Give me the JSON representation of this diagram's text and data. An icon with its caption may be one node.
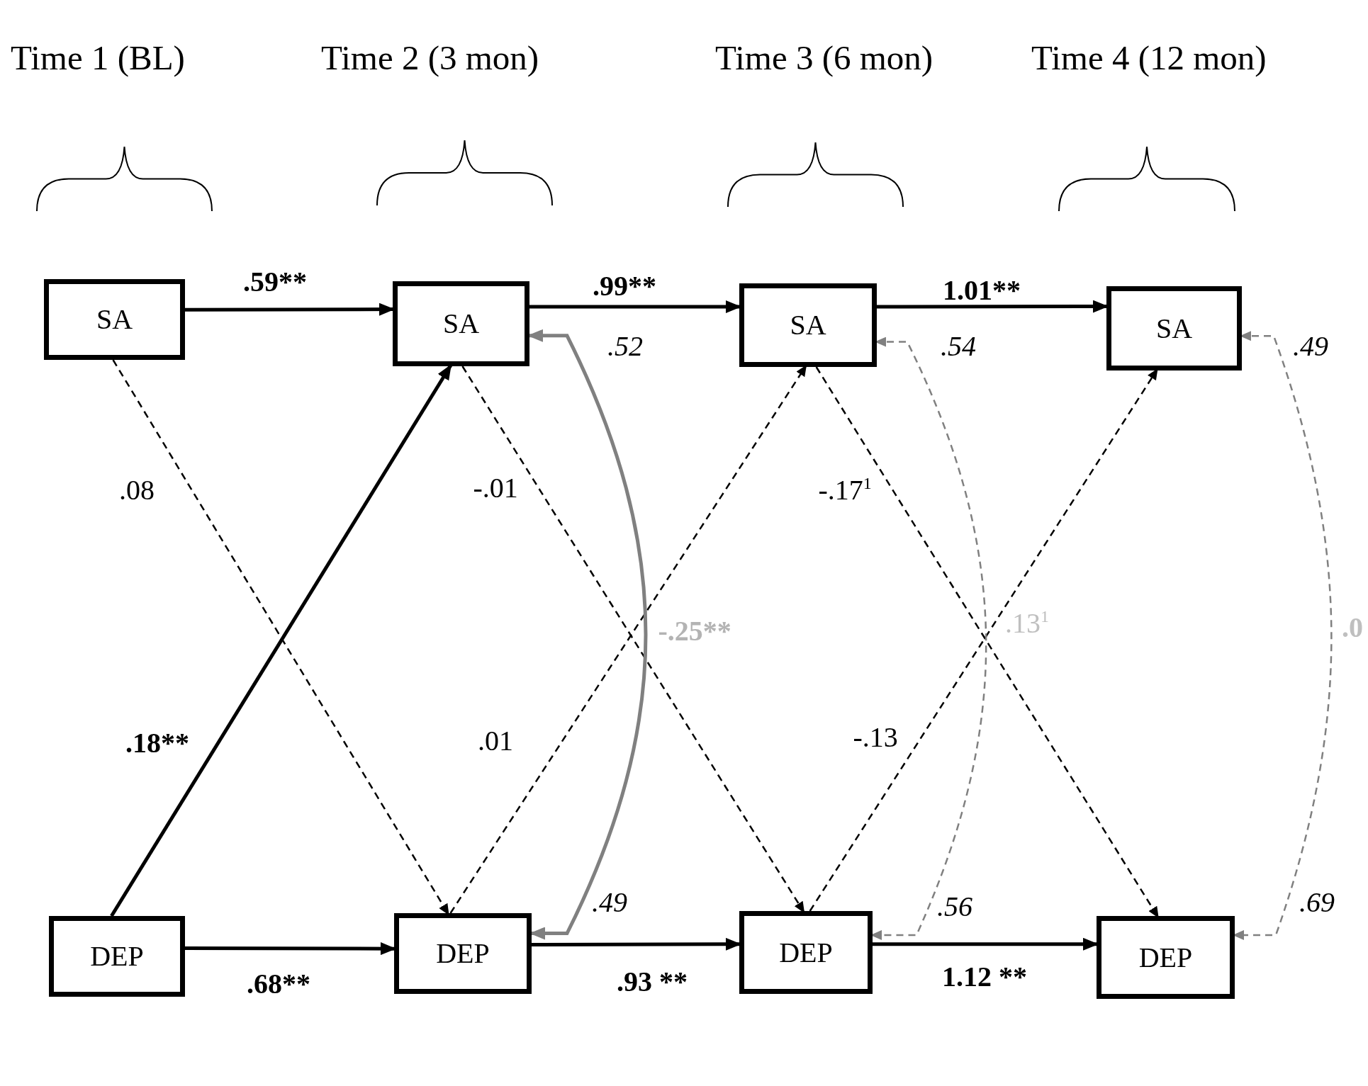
{
  "diagram": {
    "nodes": [
      {
        "text": [
          "SA"
        ]
      },
      {
        "text": [
          "SA"
        ],
        "beside": [
          ".52"
        ]
      },
      {
        "text": [
          "SA"
        ],
        "beside": [
          ".54"
        ]
      },
      {
        "text": [
          "SA"
        ],
        "beside": [
          ".49"
        ]
      },
      {
        "text": [
          "DEP"
        ]
      },
      {
        "text": [
          "DEP"
        ],
        "beside": [
          ".49"
        ]
      },
      {
        "text": [
          "DEP"
        ],
        "beside": [
          ".56"
        ]
      },
      {
        "text": [
          "DEP"
        ],
        "beside": [
          ".69"
        ]
      }
    ],
    "edges": [
      {
        "from": 0,
        "to": 1,
        "arrow": "to",
        "label": ".59**"
      },
      {
        "from": 1,
        "to": 2,
        "arrow": "to",
        "label": ".99**"
      },
      {
        "from": 2,
        "to": 3,
        "arrow": "to",
        "label": "1.01**"
      },
      {
        "from": 4,
        "to": 5,
        "arrow": "to",
        "label": ".68**"
      },
      {
        "from": 5,
        "to": 6,
        "arrow": "to",
        "label": ".93 **"
      },
      {
        "from": 6,
        "to": 7,
        "arrow": "to",
        "label": "1.12 **"
      },
      {
        "from": 4,
        "to": 1,
        "arrow": "to",
        "label": ".18**"
      },
      {
        "from": 0,
        "to": 5,
        "arrow": "to",
        "label": ".08",
        "style": "dashed"
      },
      {
        "from": 1,
        "to": 6,
        "arrow": "to",
        "label": "-.01",
        "style": "dashed"
      },
      {
        "from": 5,
        "to": 2,
        "arrow": "to",
        "label": ".01",
        "style": "dashed"
      },
      {
        "from": 2,
        "to": 7,
        "arrow": "to",
        "label": "-.17$^{1}$",
        "style": "dashed"
      },
      {
        "from": 6,
        "to": 3,
        "arrow": "to",
        "label": "-.13",
        "style": "dashed"
      },
      {
        "from": 1,
        "to": 5,
        "arrow": "both",
        "label": "-.25**",
        "color": "#808080"
      },
      {
        "from": 2,
        "to": 6,
        "arrow": "both",
        "label": ".13$^{1}$",
        "style": "dashed",
        "color": "#808080"
      },
      {
        "from": 3,
        "to": 7,
        "arrow": "both",
        "label": ".0",
        "style": "dashed",
        "color": "#808080"
      }
    ],
    "labels": [
      "Time 1 (BL)",
      "Time 2 (3 mon)",
      "Time 3 (6 mon)",
      "Time 4 (12 mon)"
    ]
  }
}
